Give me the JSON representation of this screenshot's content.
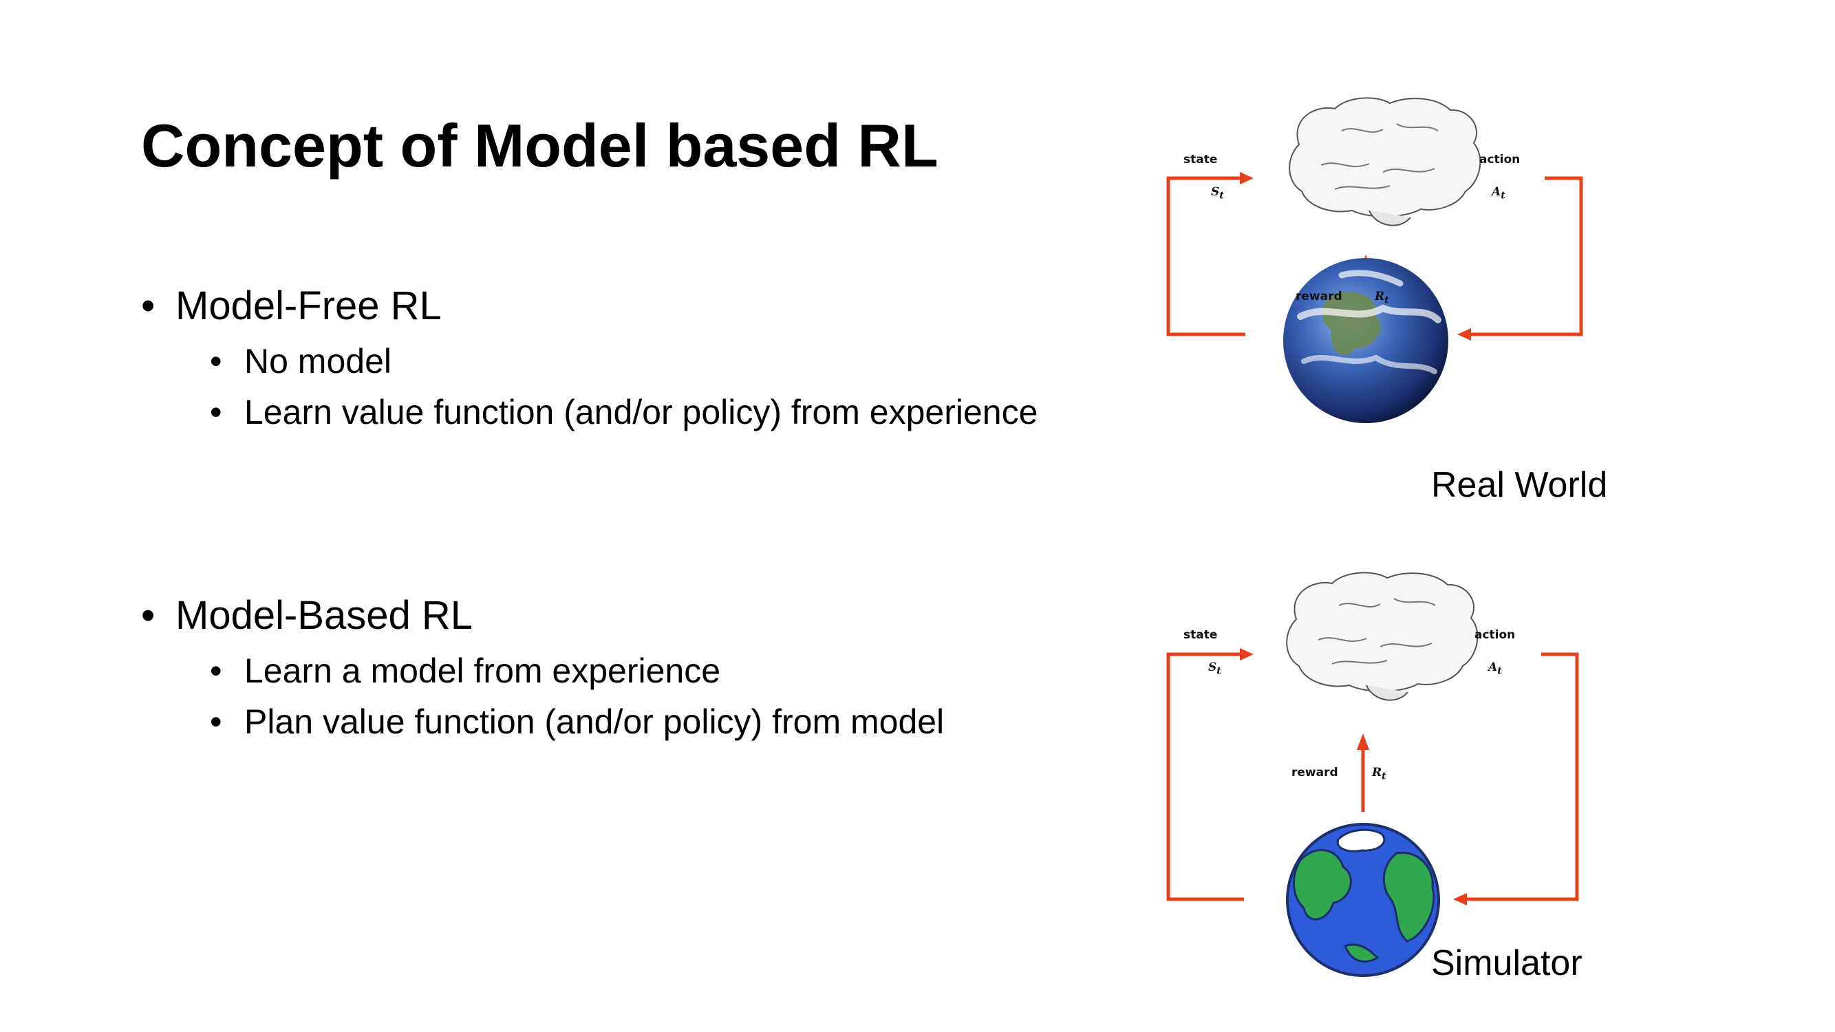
{
  "slide": {
    "title": "Concept of Model based RL",
    "model_free": {
      "heading": "Model-Free RL",
      "points": [
        "No model",
        "Learn value function (and/or policy) from experience"
      ]
    },
    "model_based": {
      "heading": "Model-Based RL",
      "points": [
        "Learn a model from experience",
        "Plan value function (and/or policy) from model"
      ]
    }
  },
  "diagram_real": {
    "state_label": "state",
    "state_symbol": "S",
    "state_sub": "t",
    "action_label": "action",
    "action_symbol": "A",
    "action_sub": "t",
    "reward_label": "reward",
    "reward_symbol": "R",
    "reward_sub": "t",
    "caption": "Real World"
  },
  "diagram_sim": {
    "state_label": "state",
    "state_symbol": "S",
    "state_sub": "t",
    "action_label": "action",
    "action_symbol": "A",
    "action_sub": "t",
    "reward_label": "reward",
    "reward_symbol": "R",
    "reward_sub": "t",
    "caption": "Simulator"
  },
  "colors": {
    "arrow": "#e8401c",
    "ocean": "#2e5bd9",
    "land": "#2fa84f",
    "earth_dark": "#1c2f6b"
  }
}
